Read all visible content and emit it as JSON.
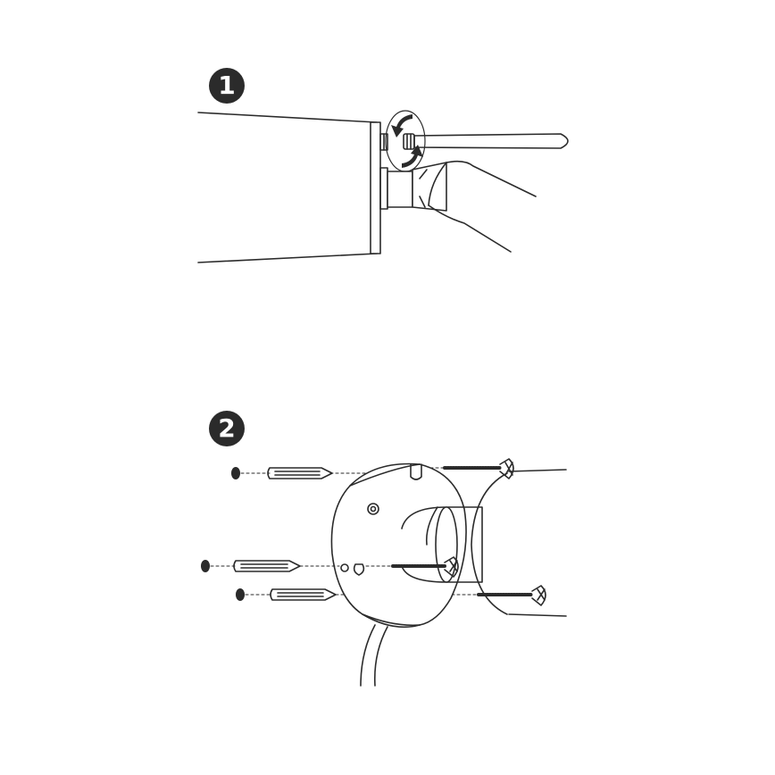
{
  "steps": [
    {
      "number": "1",
      "content": "attach-antenna-illustration"
    },
    {
      "number": "2",
      "content": "wall-mount-illustration"
    }
  ],
  "colors": {
    "ink": "#2b2b2b",
    "paper": "#ffffff",
    "badge": "#2b2b2b"
  },
  "icons": [
    "rotate-arrow-icon",
    "antenna",
    "camera-body",
    "mount-base",
    "wall-anchor",
    "screw",
    "drill-hole"
  ]
}
